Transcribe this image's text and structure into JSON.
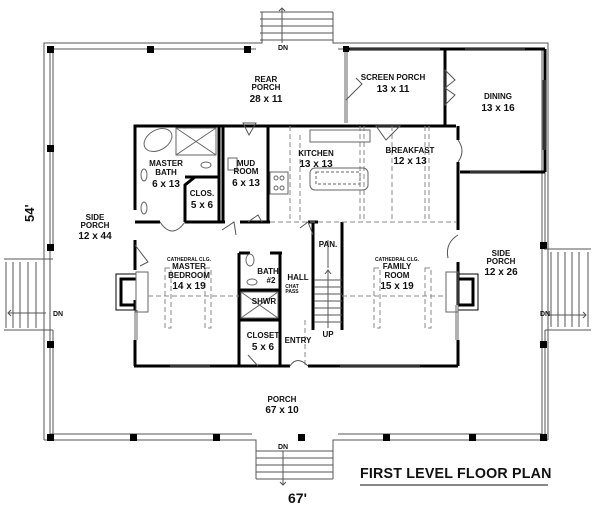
{
  "plan": {
    "title": "FIRST LEVEL FLOOR PLAN",
    "overall_width": "67'",
    "overall_depth": "54'",
    "stair_down_label": "DN",
    "stair_up_label": "UP",
    "colors": {
      "wall": "#000000",
      "line": "#555555",
      "dashed": "#777777",
      "background": "#ffffff",
      "underline": "#888888"
    }
  },
  "rooms": {
    "rear_porch": {
      "name_1": "REAR",
      "name_2": "PORCH",
      "dim": "28 x 11"
    },
    "screen_porch": {
      "name": "SCREEN PORCH",
      "dim": "13 x 11"
    },
    "dining": {
      "name": "DINING",
      "dim": "13 x 16"
    },
    "master_bath": {
      "name_1": "MASTER",
      "name_2": "BATH",
      "dim": "6 x 13"
    },
    "mud_room": {
      "name_1": "MUD",
      "name_2": "ROOM",
      "dim": "6 x 13"
    },
    "kitchen": {
      "name": "KITCHEN",
      "dim": "13 x 13"
    },
    "breakfast": {
      "name": "BREAKFAST",
      "dim": "12 x 13"
    },
    "closet_master": {
      "name": "CLOS.",
      "dim": "5 x 6"
    },
    "side_porch_left": {
      "name_1": "SIDE",
      "name_2": "PORCH",
      "dim": "12 x 44"
    },
    "side_porch_right": {
      "name_1": "SIDE",
      "name_2": "PORCH",
      "dim": "12 x 26"
    },
    "pantry": {
      "name": "PAN."
    },
    "master_bedroom": {
      "note": "CATHEDRAL CLG.",
      "name_1": "MASTER",
      "name_2": "BEDROOM",
      "dim": "14 x 19"
    },
    "bath2": {
      "name_1": "BATH",
      "name_2": "#2"
    },
    "hall": {
      "name": "HALL",
      "note_1": "CHAT",
      "note_2": "PASS"
    },
    "family_room": {
      "note": "CATHEDRAL CLG.",
      "name_1": "FAMILY",
      "name_2": "ROOM",
      "dim": "15 x 19"
    },
    "shower": {
      "name": "SHWR"
    },
    "closet_hall": {
      "name": "CLOSET",
      "dim": "5 x 6"
    },
    "entry": {
      "name": "ENTRY"
    },
    "porch": {
      "name": "PORCH",
      "dim": "67 x 10"
    }
  }
}
